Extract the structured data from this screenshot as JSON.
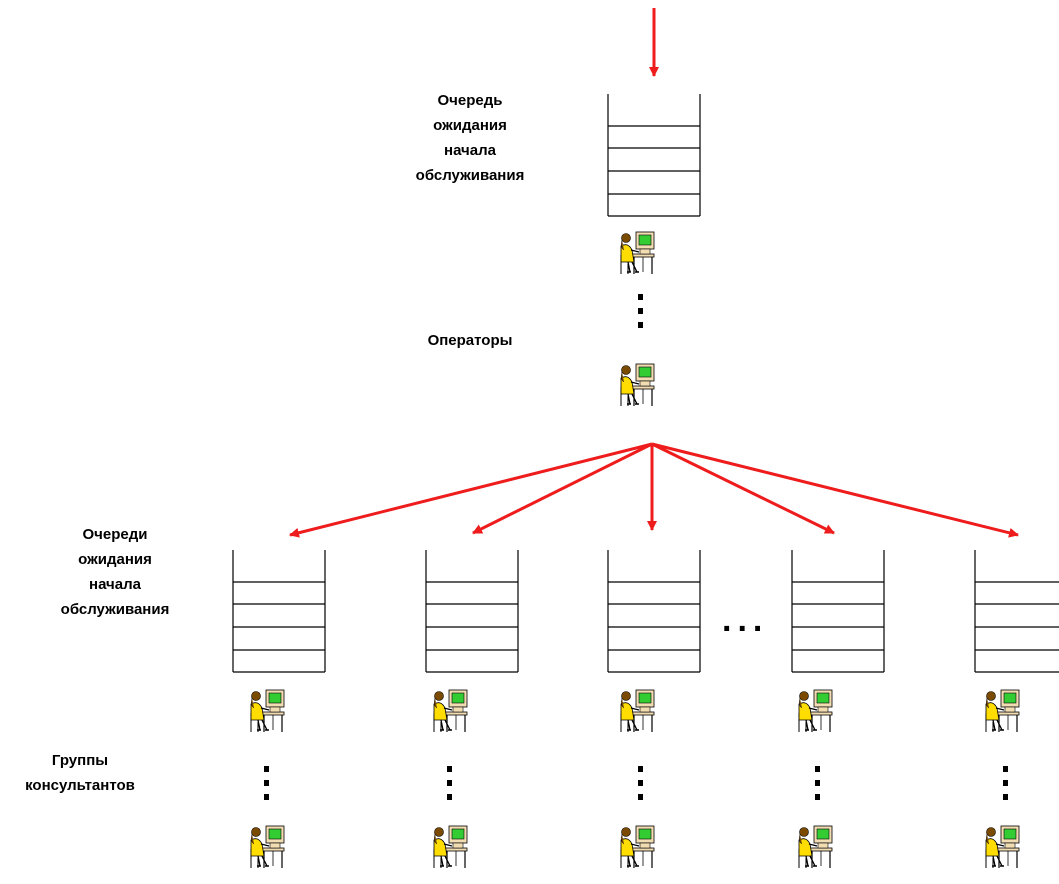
{
  "labels": {
    "top_queue": "Очередь\nожидания\nначала\nобслуживания",
    "operators": "Операторы",
    "group_queues": "Очереди\nожидания\nначала\nобслуживания",
    "consultant_groups": "Группы\nконсультантов"
  },
  "ellipsis": "...",
  "colors": {
    "arrow": "#ee1c1c",
    "outline": "#000000",
    "person_dress": "#ffdd00",
    "person_hair": "#7a4a00",
    "screen": "#33cc33",
    "furniture": "#f2ddb3"
  },
  "icons": [
    "operator-workstation-icon",
    "red-arrow-icon",
    "queue-stack-icon"
  ]
}
